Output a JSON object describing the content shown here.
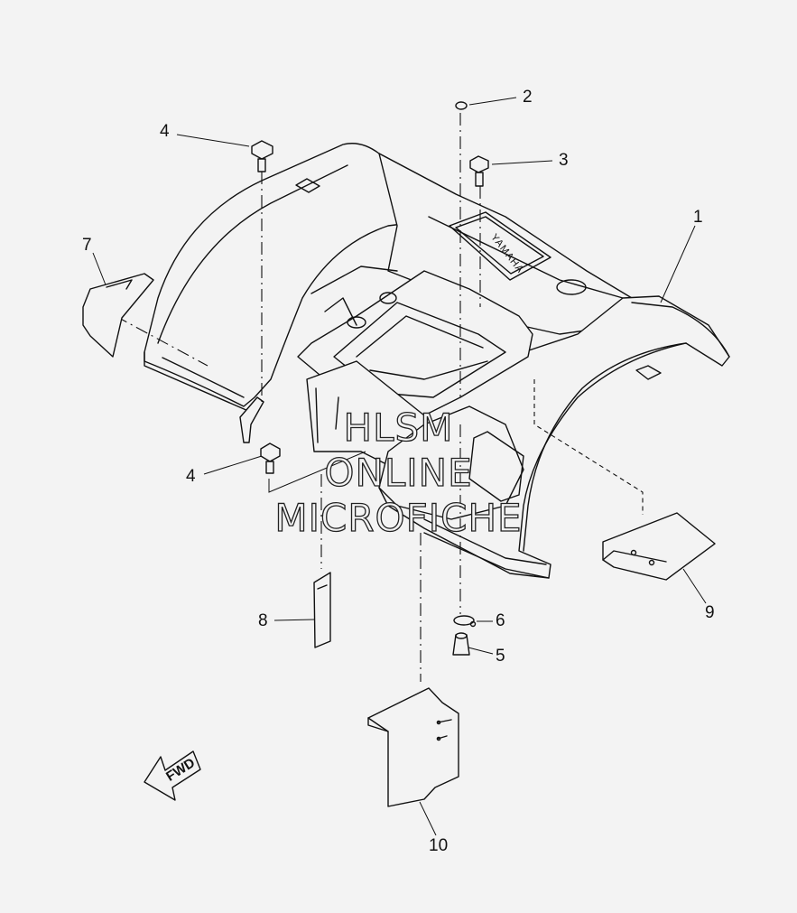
{
  "diagram": {
    "callouts": [
      "1",
      "2",
      "3",
      "4",
      "4",
      "5",
      "6",
      "7",
      "8",
      "9",
      "10"
    ],
    "watermark": [
      "HLSM",
      "ONLINE",
      "MICROFICHE"
    ],
    "fwd_label": "FWD",
    "brand_label": "YAMAHA"
  }
}
